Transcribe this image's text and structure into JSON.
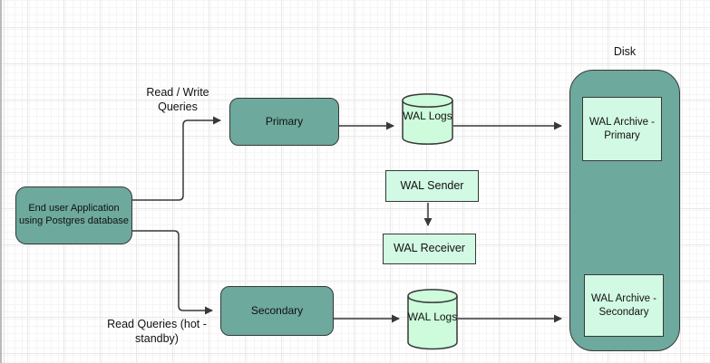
{
  "colors": {
    "node_teal": "#6DA99D",
    "node_mint": "#D2F9E3",
    "cylinder_mint": "#CDFBDB",
    "stroke": "#383838",
    "text": "#111111",
    "grid_major": "#e8e8e8",
    "grid_minor": "#f5f5f5"
  },
  "nodes": {
    "end_user": {
      "label": "End user Application using Postgres database"
    },
    "primary": {
      "label": "Primary"
    },
    "secondary": {
      "label": "Secondary"
    },
    "wal_logs_top": {
      "label": "WAL Logs"
    },
    "wal_logs_bottom": {
      "label": "WAL Logs"
    },
    "wal_sender": {
      "label": "WAL Sender"
    },
    "wal_receiver": {
      "label": "WAL Receiver"
    },
    "disk": {
      "label": "Disk"
    },
    "wal_archive_primary": {
      "label": "WAL Archive - Primary"
    },
    "wal_archive_secondary": {
      "label": "WAL Archive - Secondary"
    }
  },
  "edge_labels": {
    "read_write_queries": "Read / Write Queries",
    "read_queries_hot_standby": "Read Queries (hot - standby)"
  },
  "connectors": [
    {
      "from": "end_user",
      "to": "primary",
      "label": "Read / Write Queries"
    },
    {
      "from": "end_user",
      "to": "secondary",
      "label": "Read Queries (hot - standby)"
    },
    {
      "from": "primary",
      "to": "wal_logs_top",
      "label": ""
    },
    {
      "from": "wal_logs_top",
      "to": "disk",
      "label": ""
    },
    {
      "from": "wal_sender",
      "to": "wal_receiver",
      "label": ""
    },
    {
      "from": "secondary",
      "to": "wal_logs_bottom",
      "label": ""
    },
    {
      "from": "wal_logs_bottom",
      "to": "disk",
      "label": ""
    }
  ]
}
